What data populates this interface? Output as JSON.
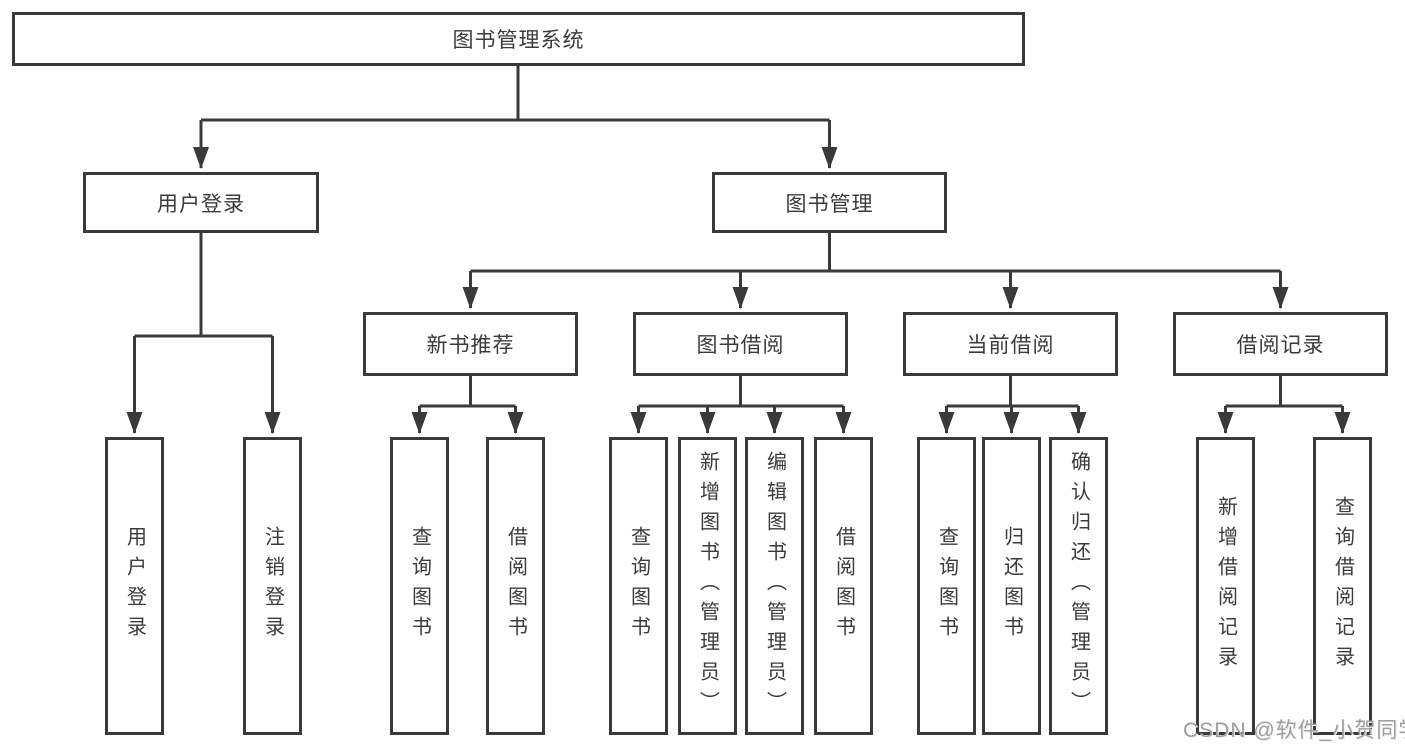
{
  "watermark": {
    "text": "CSDN @软件_小贺同学"
  },
  "colors": {
    "line": "#3a3a3a",
    "text": "#3b3b3b",
    "box_background": "#ffffff",
    "watermark_text": "#9e9e9e"
  },
  "diagram": {
    "root": {
      "label": "图书管理系统"
    },
    "branches": [
      {
        "label": "用户登录",
        "children": [
          "用户登录",
          "注销登录"
        ]
      },
      {
        "label": "图书管理",
        "groups": [
          {
            "label": "新书推荐",
            "children": [
              "查询图书",
              "借阅图书"
            ]
          },
          {
            "label": "图书借阅",
            "children": [
              "查询图书",
              "新增图书（管理员）",
              "编辑图书（管理员）",
              "借阅图书"
            ]
          },
          {
            "label": "当前借阅",
            "children": [
              "查询图书",
              "归还图书",
              "确认归还（管理员）"
            ]
          },
          {
            "label": "借阅记录",
            "children": [
              "新增借阅记录",
              "查询借阅记录"
            ]
          }
        ]
      }
    ]
  }
}
